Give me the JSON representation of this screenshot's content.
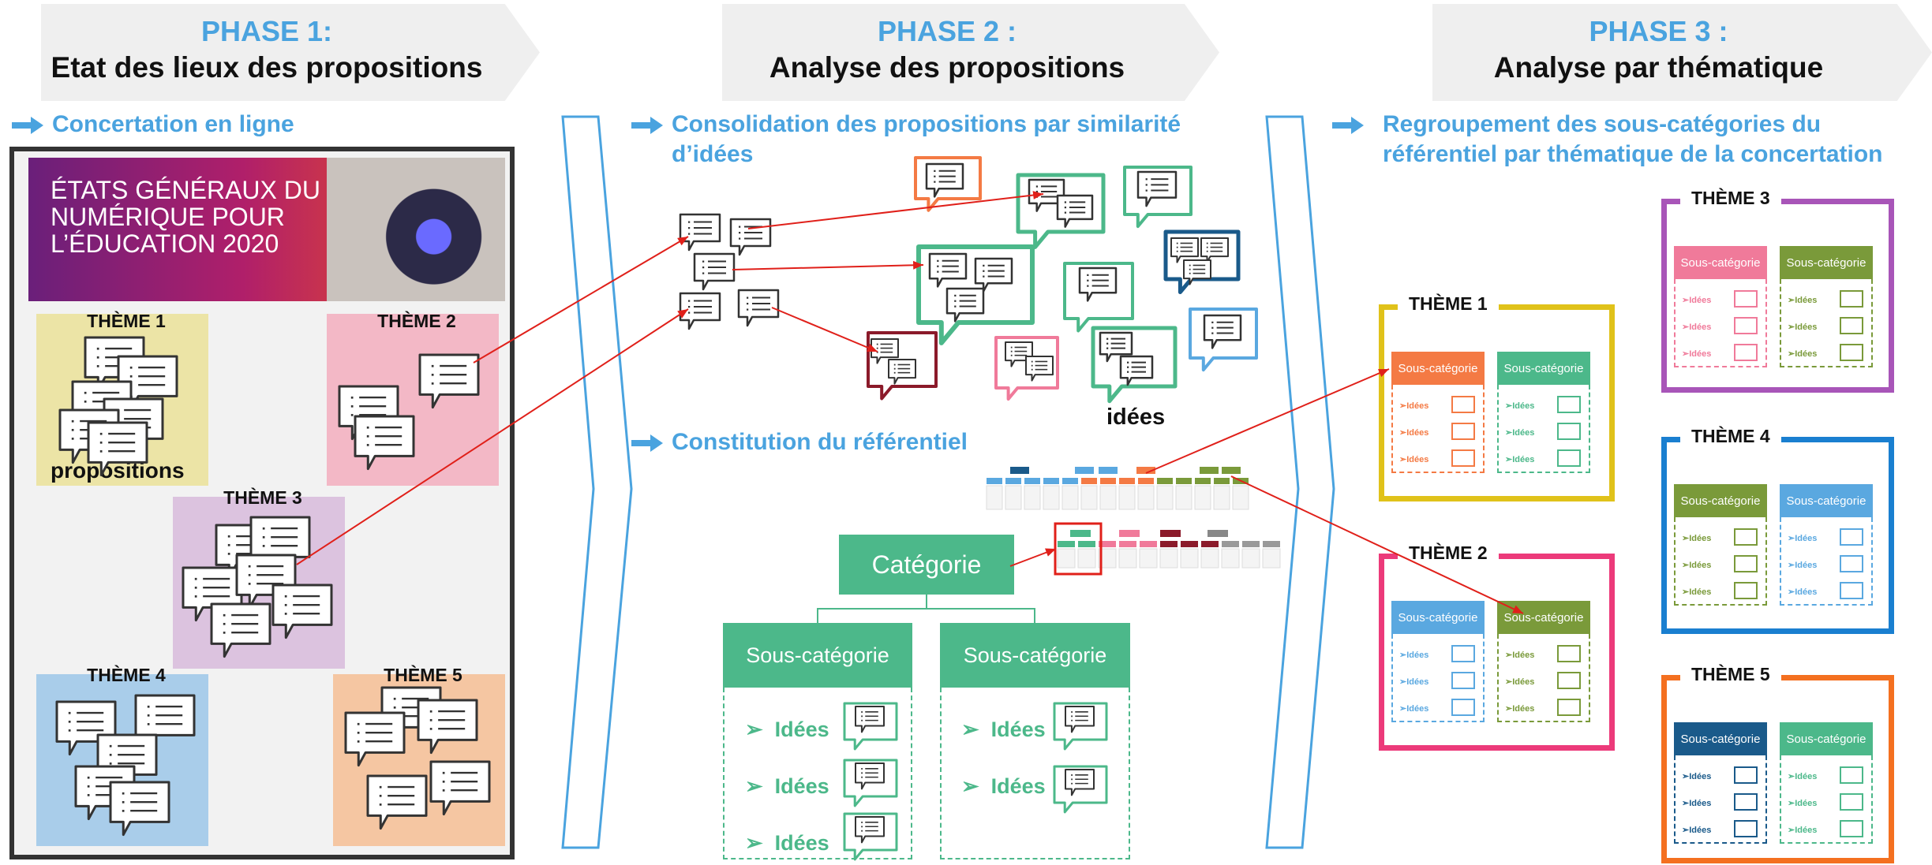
{
  "phases": [
    {
      "title": "PHASE 1:",
      "subtitle": "Etat des lieux des propositions"
    },
    {
      "title": "PHASE 2 :",
      "subtitle": "Analyse des propositions"
    },
    {
      "title": "PHASE 3 :",
      "subtitle": "Analyse par thématique"
    }
  ],
  "sections": {
    "concertation": "Concertation en ligne",
    "consolidation": "Consolidation des propositions par similarité d’idées",
    "constitution": "Constitution du référentiel",
    "regroupement": "Regroupement des sous-catégories du référentiel par thématique de la concertation"
  },
  "banner_text": "ÉTATS GÉNÉRAUX DU NUMÉRIQUE POUR L’ÉDUCATION 2020",
  "phase1_themes": [
    "THÈME 1",
    "THÈME 2",
    "THÈME 3",
    "THÈME 4",
    "THÈME 5"
  ],
  "propositions_label": "propositions",
  "idees_label": "idées",
  "category_label": "Catégorie",
  "subcategory_label": "Sous-catégorie",
  "idee_item": "Idées",
  "mini_subcategory": "Sous-catégorie",
  "mini_idee": "➢Idées",
  "phase3_themes": [
    {
      "label": "THÈME 1",
      "color": "#e0c21a"
    },
    {
      "label": "THÈME 2",
      "color": "#ec3a7a"
    },
    {
      "label": "THÈME 3",
      "color": "#a855b8"
    },
    {
      "label": "THÈME 4",
      "color": "#1a7fd0"
    },
    {
      "label": "THÈME 5",
      "color": "#f47020"
    }
  ],
  "colors": {
    "accent_blue": "#4aa3df",
    "green": "#4cb88a",
    "red_arrow": "#e0201a",
    "orange": "#f47a44",
    "olive": "#7a9a3a",
    "light_blue": "#5aa8e0",
    "pink": "#f07a9a",
    "navy": "#1a5a8a"
  }
}
